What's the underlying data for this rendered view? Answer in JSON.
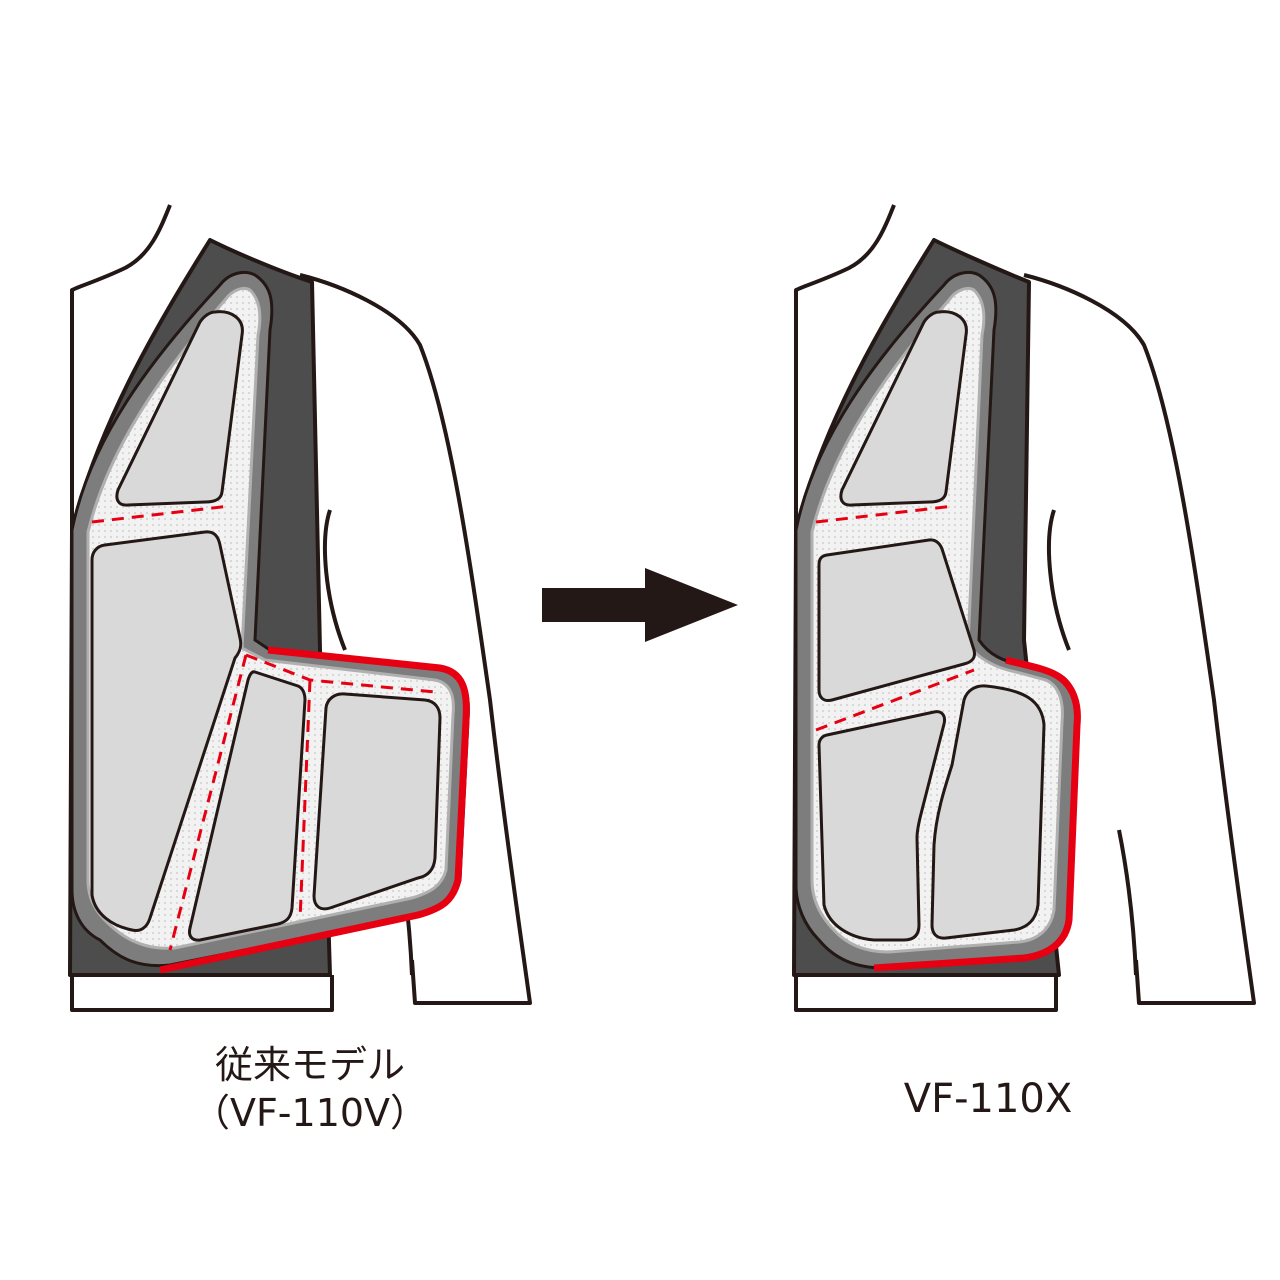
{
  "captions": {
    "left_line1": "従来モデル",
    "left_line2": "（VF-110V）",
    "right": "VF-110X"
  },
  "colors": {
    "outline": "#231815",
    "body_dark": "#4d4d4d",
    "frame_gray": "#7d7d7d",
    "frame_light": "#b0b0b0",
    "mesh": "#f2f2f2",
    "pad": "#d9d9d9",
    "accent_red": "#e60012",
    "shirt": "#ffffff"
  },
  "icons": {
    "arrow": "right-arrow-icon"
  }
}
